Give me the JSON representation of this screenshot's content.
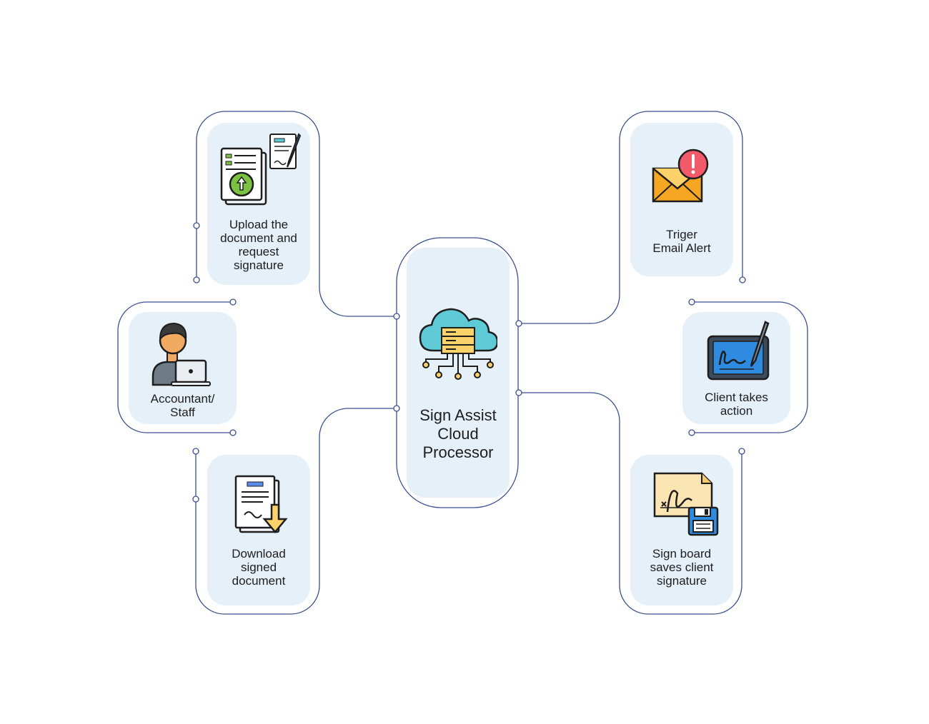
{
  "center": {
    "label": "Sign Assist\nCloud\nProcessor",
    "icon": "cloud-server-icon"
  },
  "nodes": {
    "upload": {
      "label": "Upload the\ndocument and\nrequest\nsignature",
      "icon": "document-upload-icon"
    },
    "accountant": {
      "label": "Accountant/\nStaff",
      "icon": "person-laptop-icon"
    },
    "download": {
      "label": "Download\nsigned\ndocument",
      "icon": "document-download-icon"
    },
    "email": {
      "label": "Triger\nEmail Alert",
      "icon": "email-alert-icon"
    },
    "client": {
      "label": "Client takes\naction",
      "icon": "signature-tablet-icon"
    },
    "signboard": {
      "label": "Sign board\nsaves client\nsignature",
      "icon": "signature-save-icon"
    }
  },
  "colors": {
    "connector": "#3d4f8f",
    "card_fill": "#e6f0f9",
    "accent_teal": "#5ecad6",
    "accent_yellow": "#fcd36b"
  }
}
